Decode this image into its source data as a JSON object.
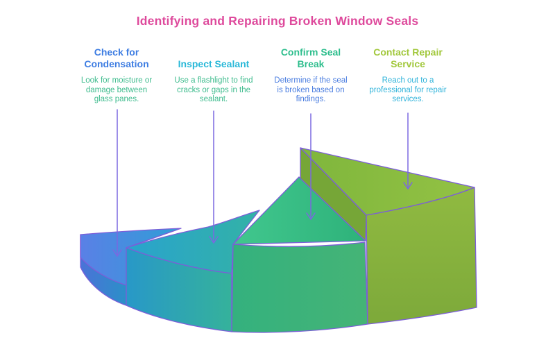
{
  "title": {
    "text": "Identifying and Repairing Broken Window Seals",
    "color": "#de4a9c"
  },
  "steps": [
    {
      "heading": "Check for Condensation",
      "heading_color": "#3e7de2",
      "description": "Look for moisture or damage between glass panes.",
      "description_color": "#3fbc8e",
      "wedge_color": "#4584dd"
    },
    {
      "heading": "Inspect Sealant",
      "heading_color": "#29b8d8",
      "description": "Use a flashlight to find cracks or gaps in the sealant.",
      "description_color": "#3fbc8e",
      "wedge_color": "#2aa3cd"
    },
    {
      "heading": "Confirm Seal Break",
      "heading_color": "#2ebe8d",
      "description": "Determine if the seal is broken based on findings.",
      "description_color": "#4a7de0",
      "wedge_color": "#37b77f"
    },
    {
      "heading": "Contact Repair Service",
      "heading_color": "#a2c83d",
      "description": "Reach out to a professional for repair services.",
      "description_color": "#2fb3da",
      "wedge_color": "#8cbd41"
    }
  ],
  "connector_color": "#7b68e0",
  "outline_color": "#7c5ed8"
}
